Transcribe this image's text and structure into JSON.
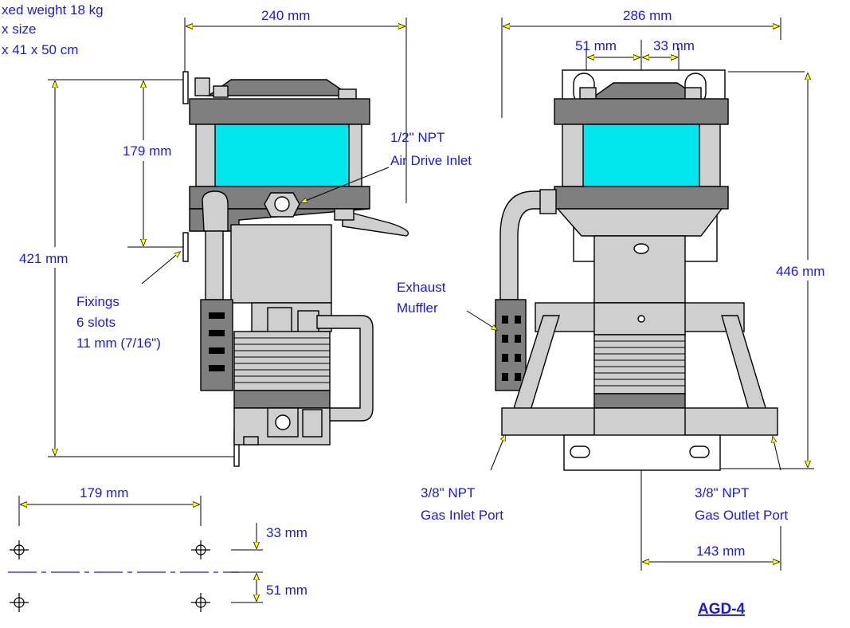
{
  "header": {
    "line1": "xed weight 18 kg",
    "line2": "x size",
    "line3": "x 41 x 50 cm"
  },
  "side_view": {
    "width_dim": "240 mm",
    "height_dim": "421 mm",
    "mount_dim": "179 mm",
    "air_inlet_line1": "1/2\" NPT",
    "air_inlet_line2": "Air Drive Inlet",
    "fixings_line1": "Fixings",
    "fixings_line2": "6 slots",
    "fixings_line3": "11 mm (7/16\")"
  },
  "front_view": {
    "width_dim": "286 mm",
    "left_offset_dim": "51 mm",
    "right_offset_dim": "33 mm",
    "height_dim": "446 mm",
    "exhaust_line1": "Exhaust",
    "exhaust_line2": "Muffler",
    "gas_inlet_line1": "3/8\" NPT",
    "gas_inlet_line2": "Gas Inlet Port",
    "gas_outlet_line1": "3/8\" NPT",
    "gas_outlet_line2": "Gas Outlet Port",
    "port_offset_dim": "143 mm"
  },
  "hole_pattern": {
    "width_dim": "179 mm",
    "top_offset_dim": "33 mm",
    "bottom_offset_dim": "51 mm"
  },
  "model": "AGD-4",
  "colors": {
    "text": "#1a1adc",
    "cylinder": "#00e5ee",
    "body": "#cfcfcf",
    "plate": "#7f7f7f",
    "arrow": "#ffff00"
  }
}
